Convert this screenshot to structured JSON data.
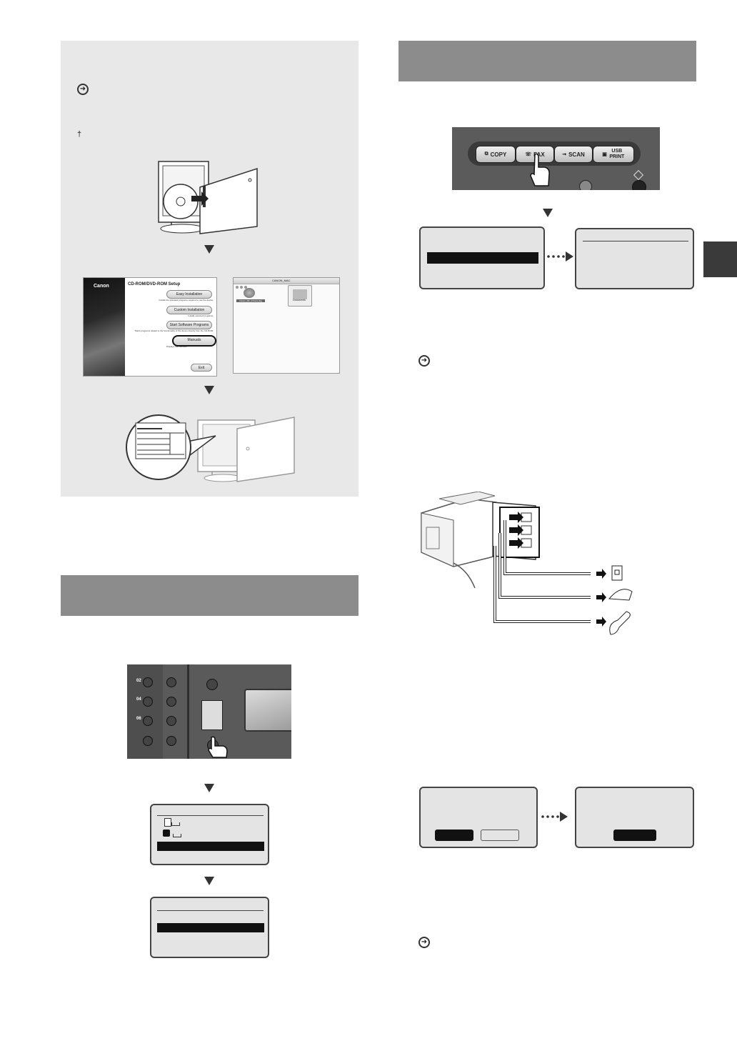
{
  "left_panel": {
    "dagger": "†"
  },
  "setup_window": {
    "brand": "Canon",
    "title": "CD-ROM/DVD-ROM Setup",
    "buttons": [
      {
        "label": "Easy Installation",
        "caption": "Installs the standard programs required to use the device."
      },
      {
        "label": "Custom Installation",
        "caption": "Installs selected programs."
      },
      {
        "label": "Start Software Programs",
        "caption": "Starts programs related to the functionality of the device directly from the CD-ROM."
      },
      {
        "label": "Manuals",
        "caption": "Displays the manuals."
      }
    ],
    "exit_label": "Exit"
  },
  "mac_window": {
    "title": "CANON_MAC",
    "items": [
      {
        "label": "Canon_MF_Drivers.pkg"
      },
      {
        "label": "Documents"
      }
    ]
  },
  "fax_panel": {
    "buttons": [
      {
        "label": "COPY"
      },
      {
        "label": "FAX"
      },
      {
        "label": "SCAN"
      },
      {
        "label": "USB PRINT"
      }
    ]
  },
  "keypad": {
    "keys": [
      "02",
      "04",
      "06"
    ]
  },
  "icons": {
    "right": "circle-arrow-icon",
    "down": "triangle-down-icon",
    "flow": "dotted-arrow-icon"
  },
  "colors": {
    "header_bar": "#8c8c8c",
    "panel_bg": "#e8e8e8",
    "side_tab": "#3a3a3a",
    "lcd_bg": "#e4e4e4"
  }
}
